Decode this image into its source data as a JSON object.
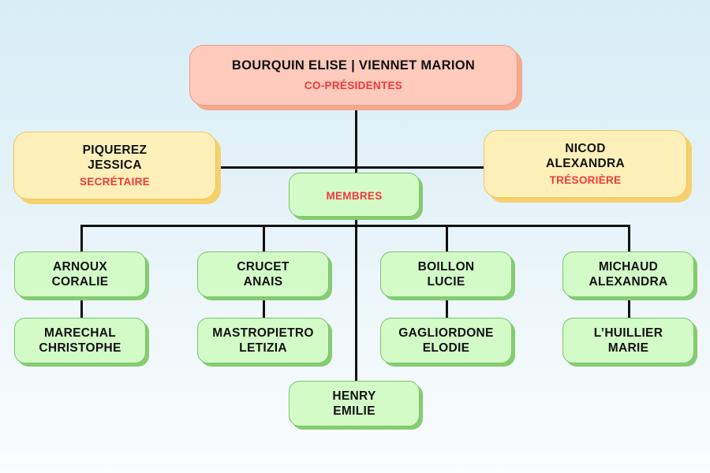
{
  "presidents": {
    "names": "BOURQUIN ELISE | VIENNET MARION",
    "role": "CO-PRÉSIDENTES"
  },
  "secretary": {
    "line1": "PIQUEREZ",
    "line2": "JESSICA",
    "role": "SECRÉTAIRE"
  },
  "treasurer": {
    "line1": "NICOD",
    "line2": "ALEXANDRA",
    "role": "TRÉSORIÈRE"
  },
  "members_label": "MEMBRES",
  "members": [
    {
      "line1": "ARNOUX",
      "line2": "CORALIE"
    },
    {
      "line1": "CRUCET",
      "line2": "ANAIS"
    },
    {
      "line1": "BOILLON",
      "line2": "LUCIE"
    },
    {
      "line1": "MICHAUD",
      "line2": "ALEXANDRA"
    },
    {
      "line1": "MARECHAL",
      "line2": "CHRISTOPHE"
    },
    {
      "line1": "MASTROPIETRO",
      "line2": "LETIZIA"
    },
    {
      "line1": "GAGLIORDONE",
      "line2": "ELODIE"
    },
    {
      "line1": "L’HUILLIER",
      "line2": "MARIE"
    },
    {
      "line1": "HENRY",
      "line2": "EMILIE"
    }
  ]
}
